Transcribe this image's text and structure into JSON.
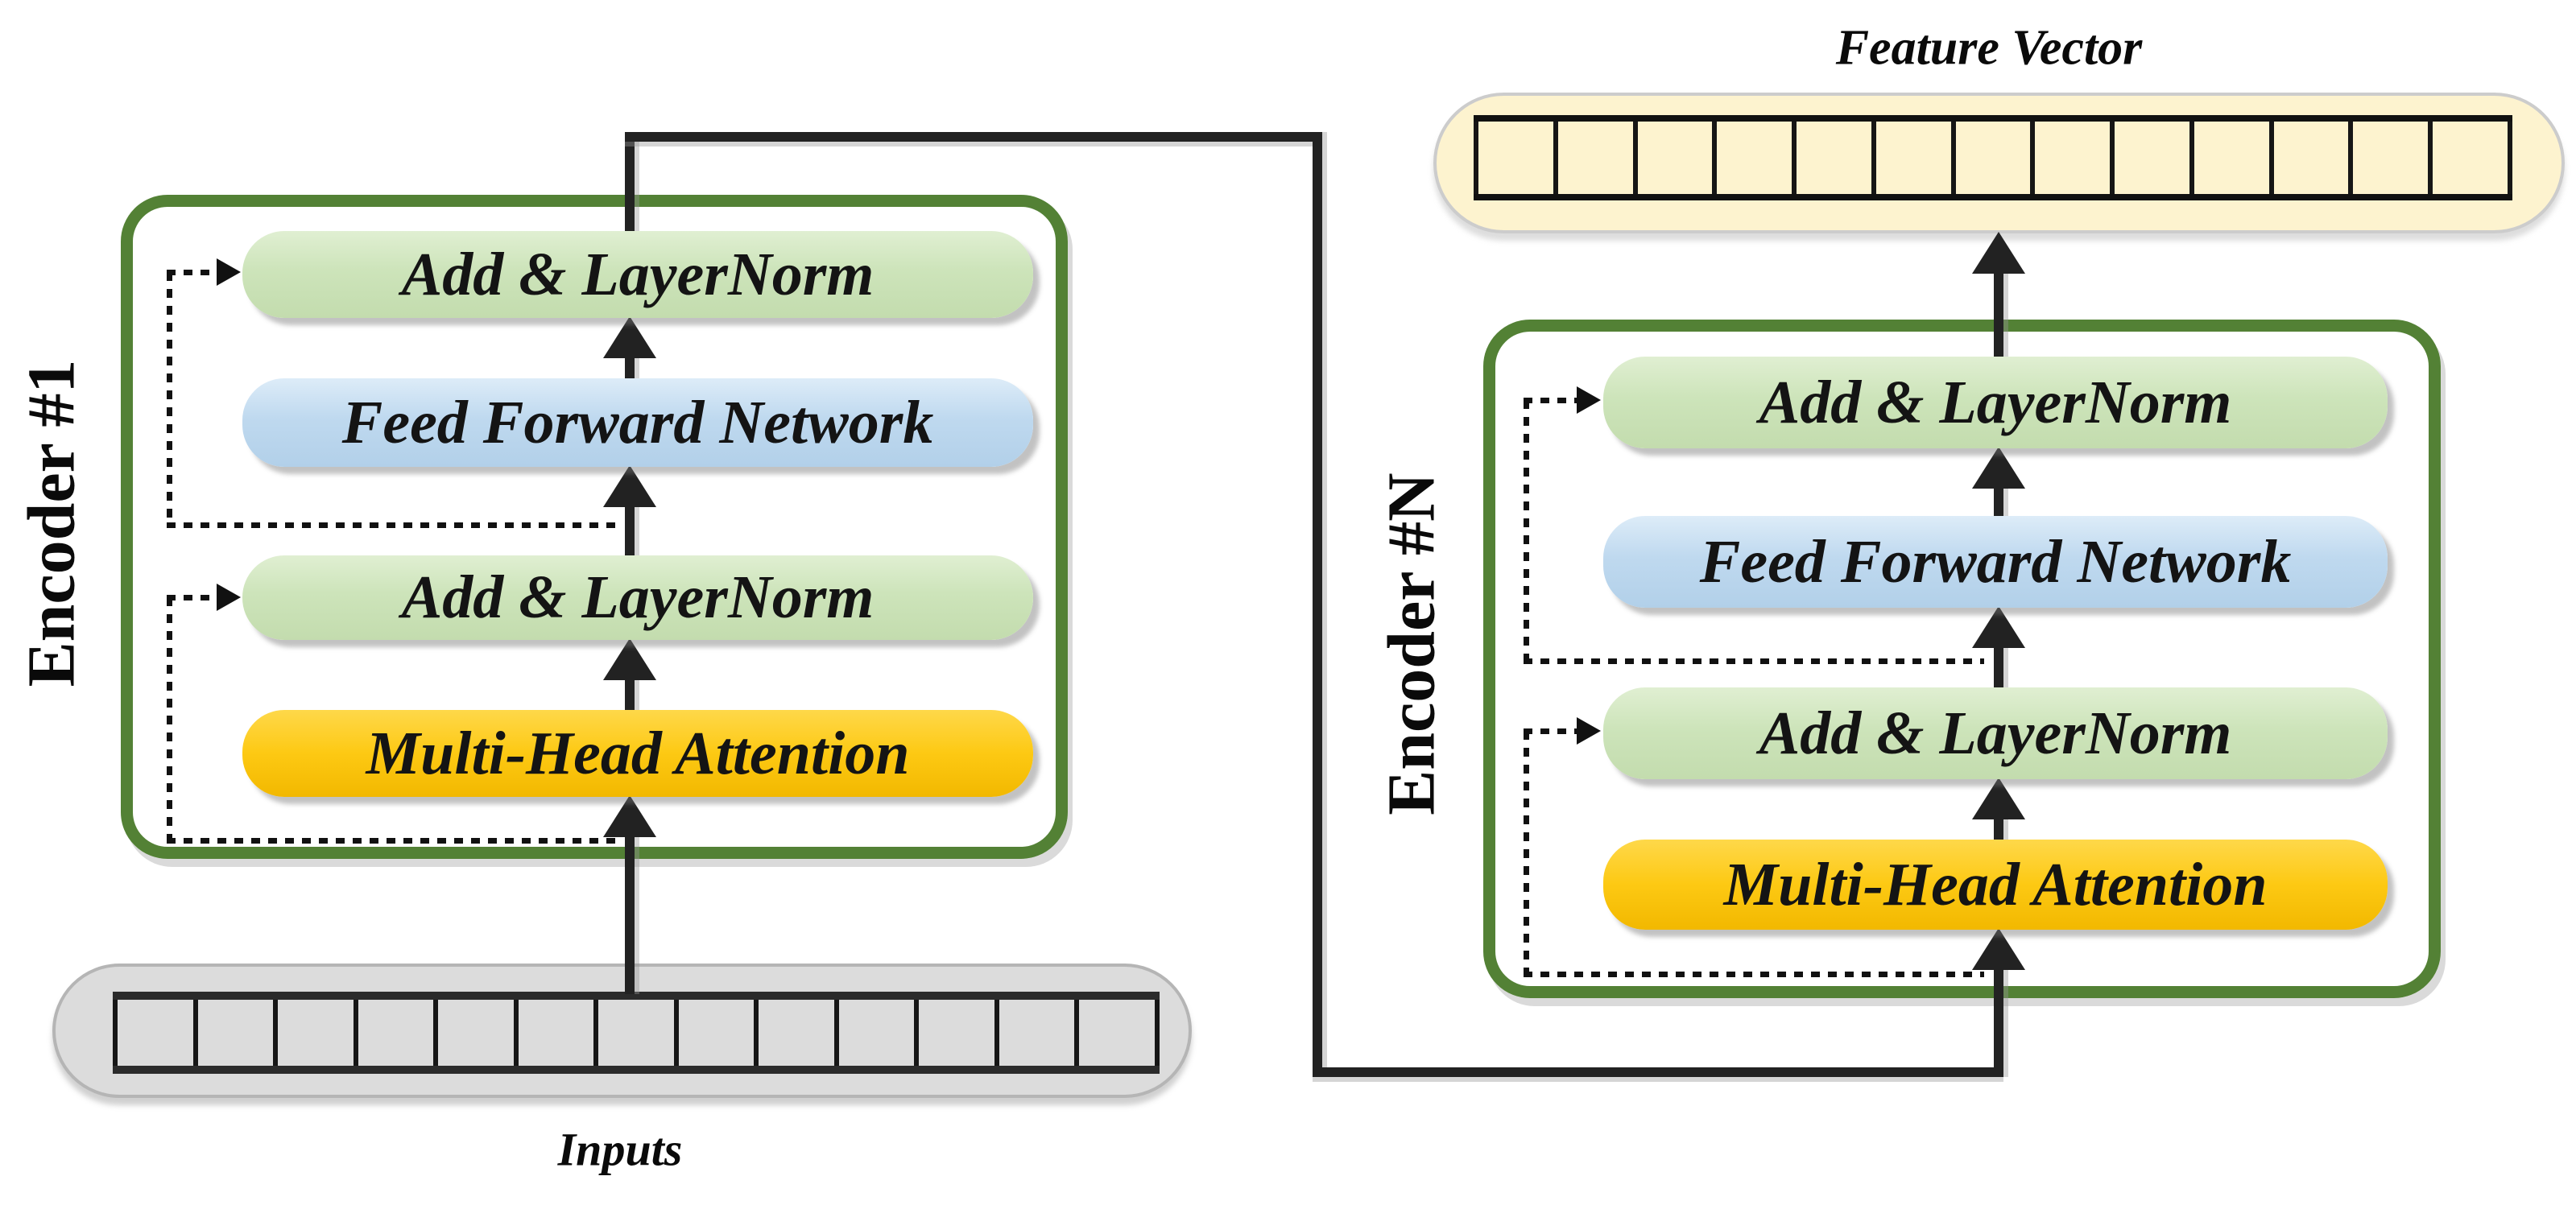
{
  "diagram": {
    "feature_vector": {
      "label": "Feature Vector",
      "cell_count": 13
    },
    "inputs": {
      "label": "Inputs",
      "cell_count": 13
    },
    "encoders": [
      {
        "label": "Encoder #1",
        "blocks": [
          {
            "label": "Add & LayerNorm"
          },
          {
            "label": "Feed Forward Network"
          },
          {
            "label": "Add & LayerNorm"
          },
          {
            "label": "Multi-Head Attention"
          }
        ]
      },
      {
        "label": "Encoder #N",
        "blocks": [
          {
            "label": "Add & LayerNorm"
          },
          {
            "label": "Feed Forward Network"
          },
          {
            "label": "Add & LayerNorm"
          },
          {
            "label": "Multi-Head Attention"
          }
        ]
      }
    ],
    "colors": {
      "encoder_border": "#538135",
      "add_norm_fill": "#cde4ba",
      "ffn_fill": "#bfd9ef",
      "attention_fill": "#fdc913",
      "inputs_fill": "#dcdcdc",
      "feature_fill": "#fdf3cf",
      "line": "#222222"
    }
  }
}
